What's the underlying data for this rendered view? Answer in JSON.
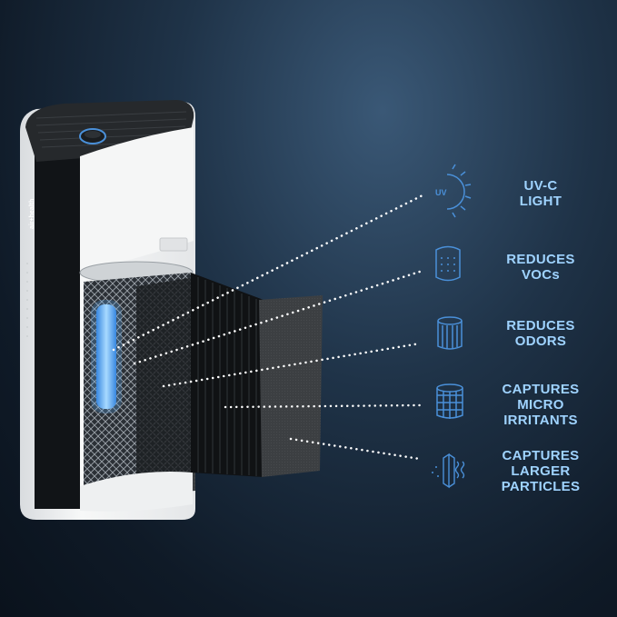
{
  "brand": "air+health",
  "colors": {
    "accent_text": "#9fd3ff",
    "icon_blue": "#4a90d9",
    "uv_glow": "#5fb4ff"
  },
  "features": [
    {
      "label": "UV-C\nLIGHT",
      "icon": "uv-sun-icon",
      "icon_text": "UV"
    },
    {
      "label": "REDUCES\nVOCs",
      "icon": "filter-cylinder-dotted-icon"
    },
    {
      "label": "REDUCES\nODORS",
      "icon": "filter-cylinder-ribbed-icon"
    },
    {
      "label": "CAPTURES\nMICRO\nIRRITANTS",
      "icon": "filter-cylinder-mesh-icon"
    },
    {
      "label": "CAPTURES\nLARGER\nPARTICLES",
      "icon": "pleated-filter-icon"
    }
  ]
}
